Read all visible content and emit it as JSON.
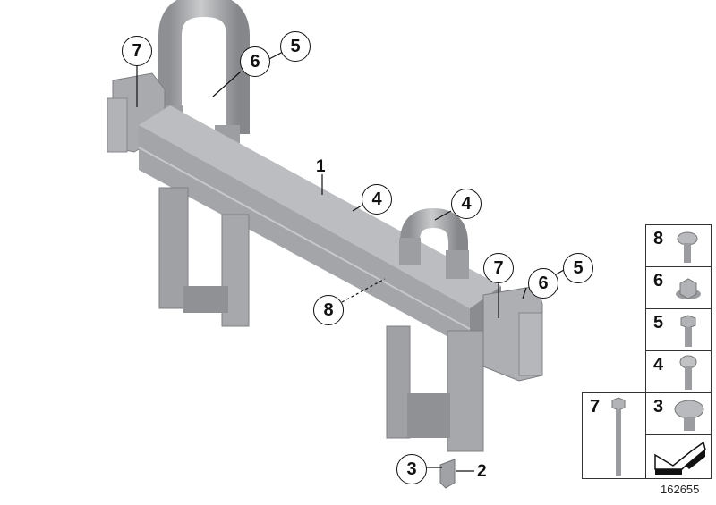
{
  "diagram": {
    "type": "parts-exploded-view",
    "colors": {
      "part": "#a4a6a9",
      "part_dark": "#7e8083",
      "part_light": "#c8cacc",
      "line": "#111111"
    },
    "main_label": "1",
    "callouts": [
      {
        "id": "c7a",
        "label": "7"
      },
      {
        "id": "c6a",
        "label": "6"
      },
      {
        "id": "c5a",
        "label": "5"
      },
      {
        "id": "c4a",
        "label": "4"
      },
      {
        "id": "c4b",
        "label": "4"
      },
      {
        "id": "c7b",
        "label": "7"
      },
      {
        "id": "c6b",
        "label": "6"
      },
      {
        "id": "c5b",
        "label": "5"
      },
      {
        "id": "c8",
        "label": "8"
      },
      {
        "id": "c3",
        "label": "3"
      }
    ],
    "plain_labels": [
      {
        "id": "l1",
        "label": "1"
      },
      {
        "id": "l2",
        "label": "2"
      }
    ]
  },
  "legend": {
    "items": [
      {
        "number": "8",
        "part": "button-head-screw"
      },
      {
        "number": "6",
        "part": "flange-nut"
      },
      {
        "number": "5",
        "part": "hex-flange-bolt"
      },
      {
        "number": "4",
        "part": "button-head-screw"
      },
      {
        "number": "3",
        "part": "pan-head-screw"
      },
      {
        "number": "7",
        "part": "long-hex-bolt"
      }
    ],
    "arrow": "direction-arrow"
  },
  "document_number": "162655"
}
